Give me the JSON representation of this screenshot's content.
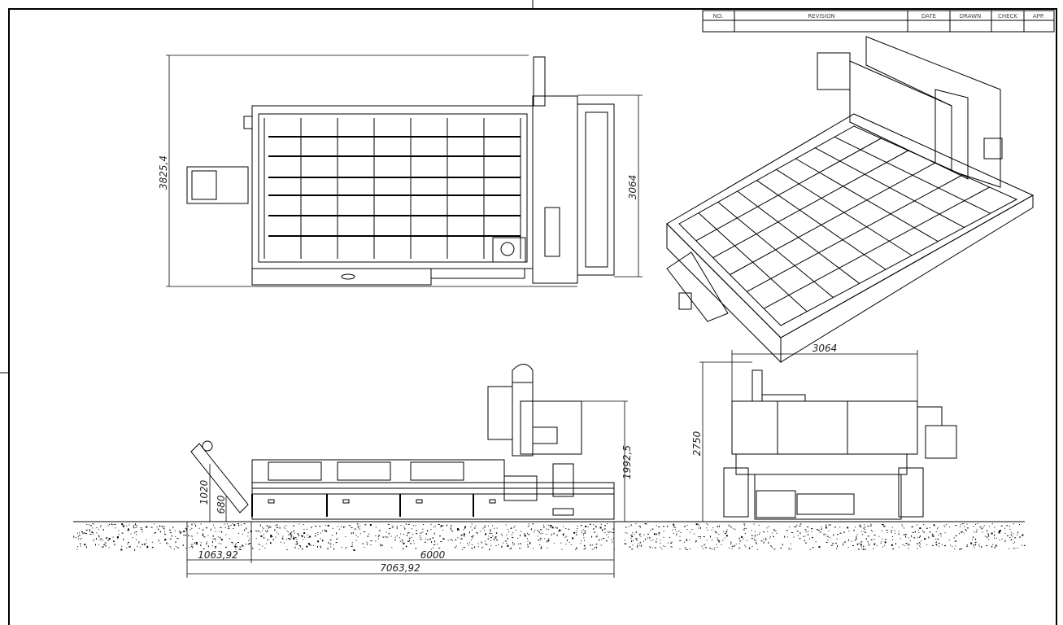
{
  "revision_table": {
    "headers": [
      "NO.",
      "REVISION",
      "DATE",
      "DRAWN",
      "CHECK",
      "APP."
    ]
  },
  "top_view": {
    "dim_overall_width": "3825,4",
    "dim_table_width": "3064"
  },
  "side_view": {
    "dim_height": "1992,5",
    "dim_conveyor_height": "1020",
    "dim_conveyor_lower": "680",
    "dim_conveyor_length": "1063,92",
    "dim_table_length": "6000",
    "dim_overall_length": "7063,92"
  },
  "front_view": {
    "dim_width": "3064",
    "dim_height": "2750"
  }
}
